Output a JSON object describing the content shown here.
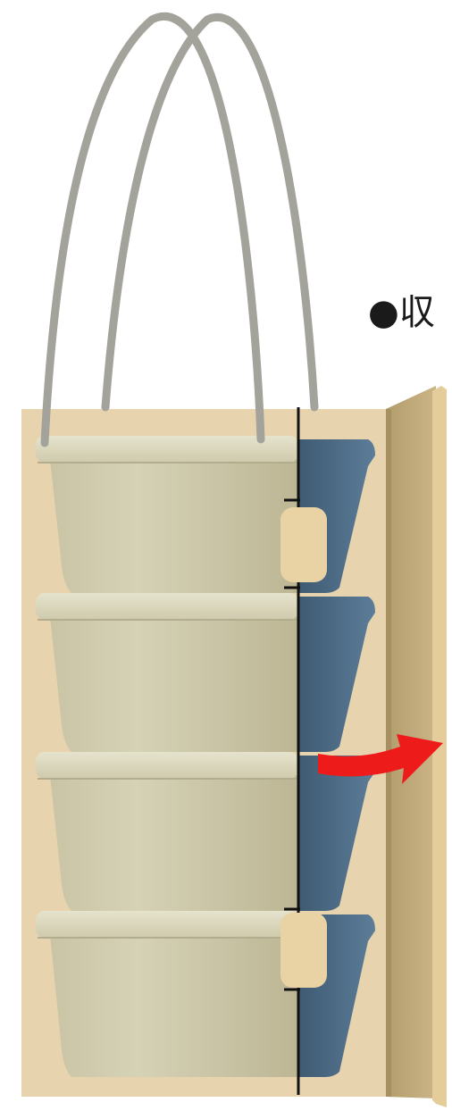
{
  "label": {
    "text": "●収"
  },
  "colors": {
    "backdrop": "#e7d4ae",
    "pot_light": "#d2ceb1",
    "pot_rim": "#e2dfc6",
    "pot_shadow": "#b7b192",
    "pot_dark_side": "#4f6f8a",
    "pot_dark_side_shade": "#3d5870",
    "handle": "#a3a39c",
    "panel_front": "#bea877",
    "panel_edge": "#e4cd9a",
    "tab": "#e9d3a4",
    "arrow": "#ee1b1b",
    "line": "#111111"
  },
  "diagram": {
    "pots": [
      {
        "name": "pot-1"
      },
      {
        "name": "pot-2"
      },
      {
        "name": "pot-3"
      },
      {
        "name": "pot-4"
      }
    ],
    "tabs": [
      {
        "name": "tab-upper"
      },
      {
        "name": "tab-lower"
      }
    ],
    "arrow": {
      "direction": "right"
    }
  }
}
